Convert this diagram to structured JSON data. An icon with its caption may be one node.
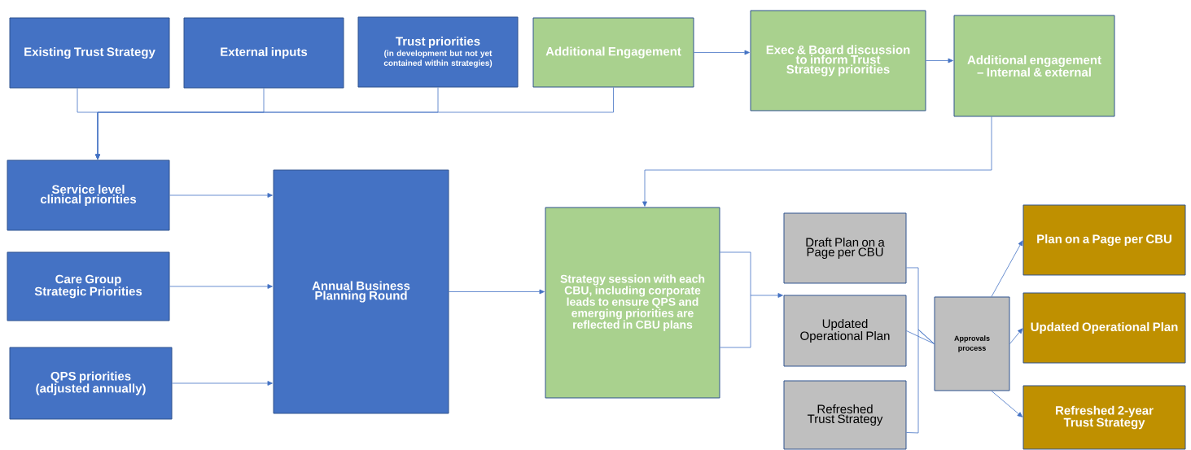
{
  "diagram": {
    "nodes": [
      {
        "text": [
          "Existing Trust Strategy"
        ]
      },
      {
        "text": [
          "External inputs"
        ]
      },
      {
        "text": [
          "Trust priorities",
          "(in development but not yet contained within strategies)"
        ]
      },
      {
        "text": [
          "Additional Engagement"
        ]
      },
      {
        "text": [
          "Exec & Board discussion to inform Trust Strategy priorities"
        ]
      },
      {
        "text": [
          "Additional engagement – Internal & external"
        ]
      },
      {
        "text": [
          "Service level clinical priorities"
        ]
      },
      {
        "text": [
          "Care Group Strategic Priorities"
        ]
      },
      {
        "text": [
          "QPS priorities (adjusted annually)"
        ]
      },
      {
        "text": [
          "Annual Business Planning Round"
        ]
      },
      {
        "text": [
          "Strategy session with each CBU, including corporate leads to ensure QPS and emerging priorities are reflected in CBU plans"
        ]
      },
      {
        "text": [
          "Draft Plan on a Page per CBU"
        ]
      },
      {
        "text": [
          "Updated Operational Plan"
        ]
      },
      {
        "text": [
          "Refreshed Trust Strategy"
        ]
      },
      {
        "text": [
          "Approvals process"
        ]
      },
      {
        "text": [
          "Plan on a Page per CBU"
        ]
      },
      {
        "text": [
          "Updated Operational Plan"
        ]
      },
      {
        "text": [
          "Refreshed 2-year Trust Strategy"
        ]
      }
    ],
    "edges": [
      {
        "from": 0,
        "to": 6,
        "arrow": "to"
      },
      {
        "from": 1,
        "to": 6,
        "arrow": "to"
      },
      {
        "from": 2,
        "to": 6,
        "arrow": "to"
      },
      {
        "from": 3,
        "to": 6,
        "arrow": "to"
      },
      {
        "from": 3,
        "to": 4,
        "arrow": "to"
      },
      {
        "from": 4,
        "to": 5,
        "arrow": "to"
      },
      {
        "from": 5,
        "to": 10,
        "arrow": "to"
      },
      {
        "from": 6,
        "to": 9,
        "arrow": "to"
      },
      {
        "from": 7,
        "to": 9,
        "arrow": "to"
      },
      {
        "from": 8,
        "to": 9,
        "arrow": "to"
      },
      {
        "from": 9,
        "to": 10,
        "arrow": "to"
      },
      {
        "from": 10,
        "to": 12,
        "arrow": "to"
      },
      {
        "from": 11,
        "to": 14,
        "arrow": "none"
      },
      {
        "from": 12,
        "to": 14,
        "arrow": "none"
      },
      {
        "from": 13,
        "to": 14,
        "arrow": "none"
      },
      {
        "from": 14,
        "to": 15,
        "arrow": "to"
      },
      {
        "from": 14,
        "to": 16,
        "arrow": "to"
      },
      {
        "from": 14,
        "to": 17,
        "arrow": "to"
      }
    ]
  }
}
